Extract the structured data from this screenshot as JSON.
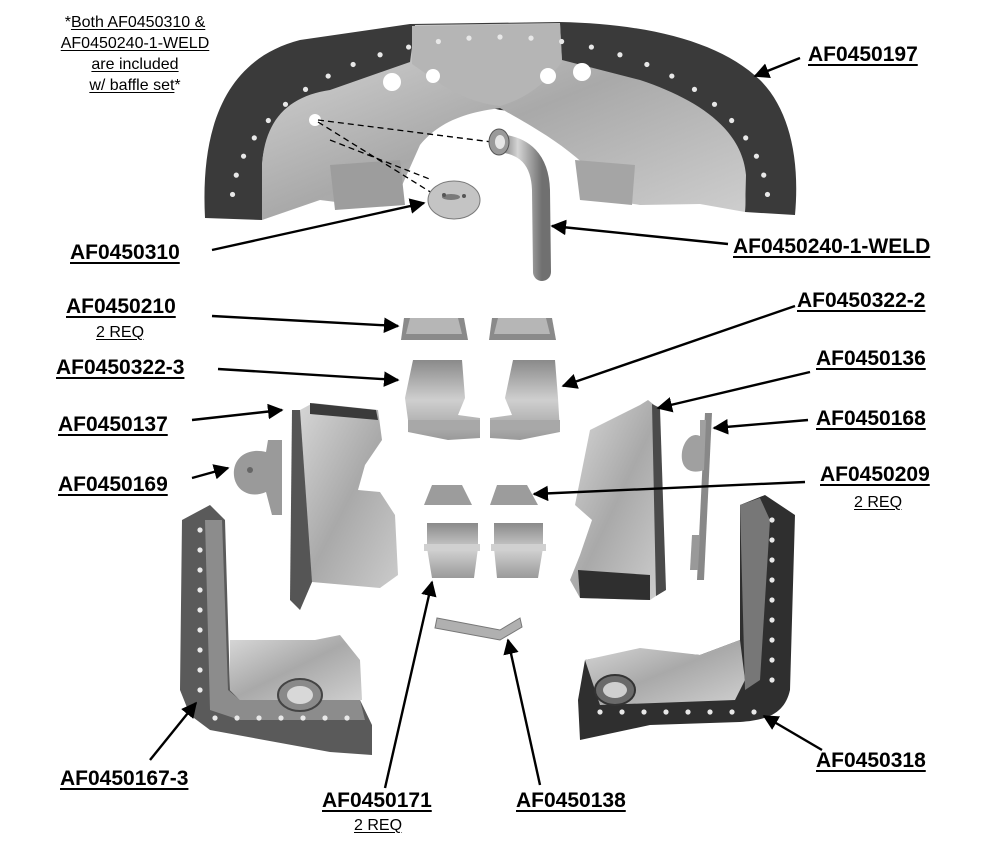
{
  "note": {
    "prefix": "*",
    "line1": "Both AF0450310 &",
    "line2": "AF0450240-1-WELD",
    "line3": "are included",
    "line4": "w/ baffle set",
    "suffix": "*"
  },
  "parts": {
    "af0450197": {
      "label": "AF0450197"
    },
    "af0450310": {
      "label": "AF0450310"
    },
    "af0450240": {
      "label": "AF0450240-1-WELD"
    },
    "af0450210": {
      "label": "AF0450210",
      "qty": "2 REQ"
    },
    "af0450322_2": {
      "label": "AF0450322-2"
    },
    "af0450322_3": {
      "label": "AF0450322-3"
    },
    "af0450136": {
      "label": "AF0450136"
    },
    "af0450137": {
      "label": "AF0450137"
    },
    "af0450168": {
      "label": "AF0450168"
    },
    "af0450169": {
      "label": "AF0450169"
    },
    "af0450209": {
      "label": "AF0450209",
      "qty": "2 REQ"
    },
    "af0450167_3": {
      "label": "AF0450167-3"
    },
    "af0450318": {
      "label": "AF0450318"
    },
    "af0450171": {
      "label": "AF0450171",
      "qty": "2 REQ"
    },
    "af0450138": {
      "label": "AF0450138"
    }
  },
  "colors": {
    "dark_metal": "#3c3c3c",
    "mid_metal": "#8f8f8f",
    "light_metal": "#c8c8c8",
    "line": "#000000"
  }
}
